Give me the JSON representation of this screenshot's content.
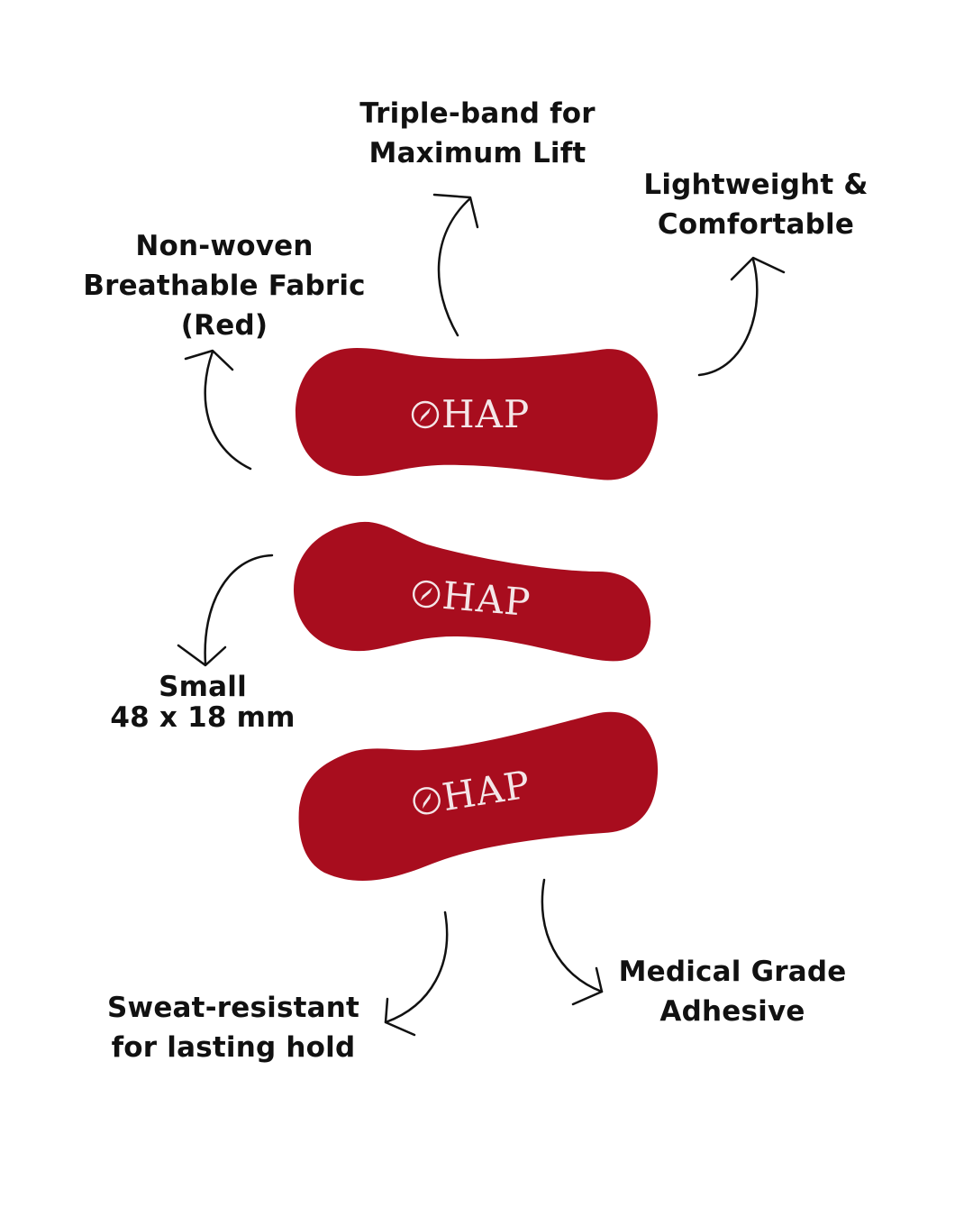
{
  "colors": {
    "patch_red": "#a80d1e",
    "patch_red_dark": "#96091a",
    "brand_text": "#f4e6e8",
    "label_text": "#111111",
    "background": "#ffffff"
  },
  "patches": [
    {
      "brand": "HAP"
    },
    {
      "brand": "HAP"
    },
    {
      "brand": "HAP"
    }
  ],
  "labels": {
    "triple_band": {
      "line1": "Triple-band for",
      "line2": "Maximum Lift"
    },
    "lightweight": {
      "line1": "Lightweight &",
      "line2": "Comfortable"
    },
    "non_woven": {
      "line1": "Non-woven",
      "line2": "Breathable Fabric",
      "line3": "(Red)"
    },
    "size": {
      "line1": "Small",
      "line2": "48 x 18 mm"
    },
    "sweat": {
      "line1": "Sweat-resistant",
      "line2": "for lasting hold"
    },
    "medical": {
      "line1": "Medical Grade",
      "line2": "Adhesive"
    }
  },
  "icons": {
    "brand_mark": "compass-circle-icon",
    "arrow": "curved-arrow-icon"
  }
}
